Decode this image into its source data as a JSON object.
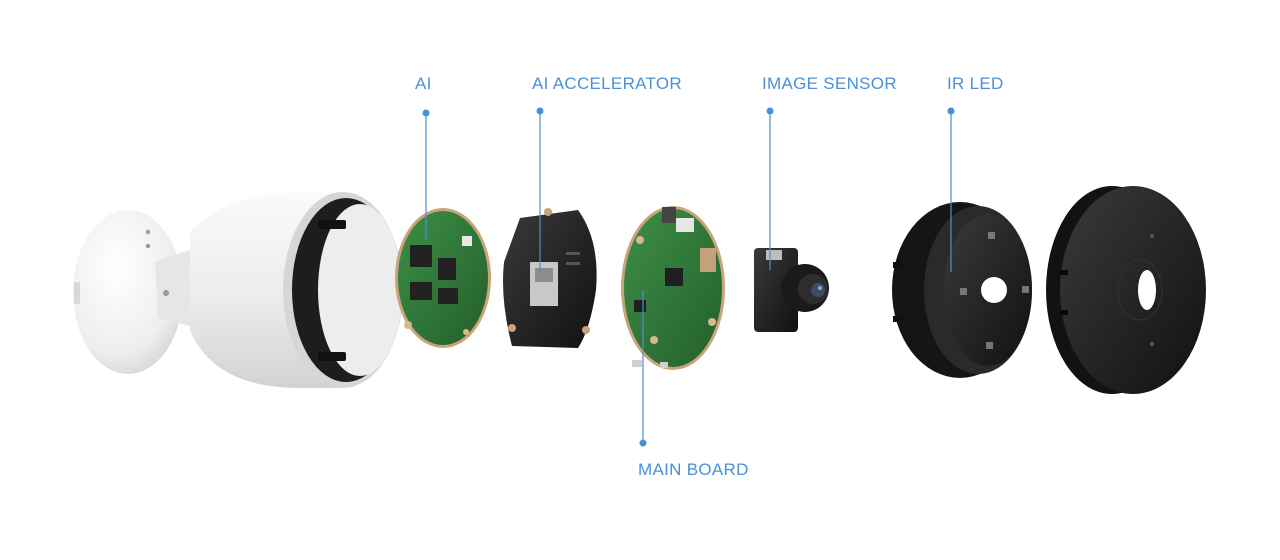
{
  "colors": {
    "label": "#4a90d9",
    "leader": "#4a90d9",
    "housing": "#f2f2f2",
    "pcb": "#2e7d3a",
    "dark_part": "#1e1e1e"
  },
  "callouts": {
    "ai": "AI",
    "ai_accelerator": "AI ACCELERATOR",
    "image_sensor": "IMAGE SENSOR",
    "ir_led": "IR LED",
    "main_board": "MAIN BOARD"
  },
  "parts": [
    "housing-icon",
    "ai-board-icon",
    "ai-accelerator-board-icon",
    "main-board-icon",
    "image-sensor-module-icon",
    "ir-led-ring-icon",
    "front-cover-icon"
  ]
}
